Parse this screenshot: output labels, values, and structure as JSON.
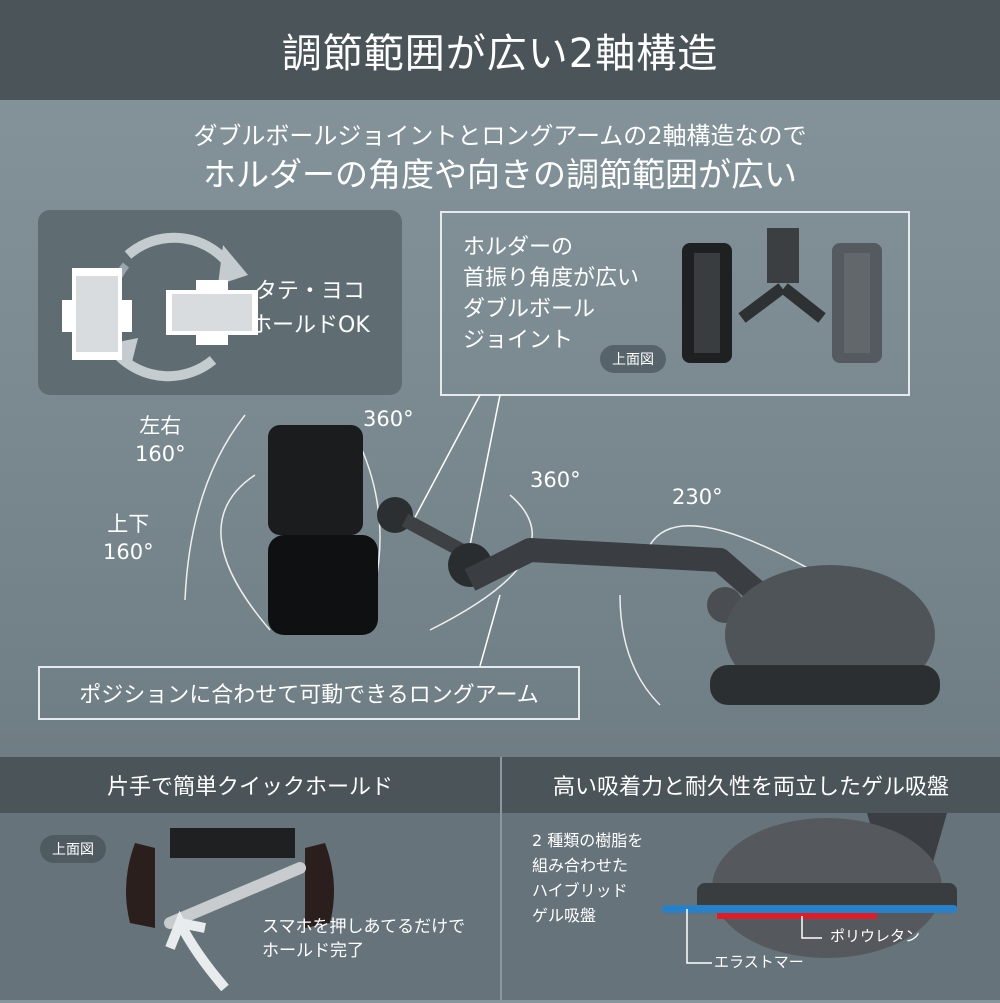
{
  "title": "調節範囲が広い2軸構造",
  "subtitle_line1": "ダブルボールジョイントとロングアームの2軸構造なので",
  "subtitle_line2": "ホルダーの角度や向きの調節範囲が広い",
  "rotation_box": {
    "line1": "タテ・ヨコ",
    "line2": "ホールドOK"
  },
  "joint_box": {
    "lines": [
      "ホルダーの",
      "首振り角度が広い",
      "ダブルボール",
      "ジョイント"
    ],
    "badge": "上面図"
  },
  "angles": {
    "left_right_label": "左右",
    "left_right_value": "160°",
    "up_down_label": "上下",
    "up_down_value": "160°",
    "holder_rotation": "360°",
    "joint_rotation": "360°",
    "arm_angle": "230°"
  },
  "arm_label": "ポジションに合わせて可動できるロングアーム",
  "bottom_left": {
    "heading": "片手で簡単クイックホールド",
    "badge": "上面図",
    "caption_line1": "スマホを押しあてるだけで",
    "caption_line2": "ホールド完了"
  },
  "bottom_right": {
    "heading": "高い吸着力と耐久性を両立したゲル吸盤",
    "lines": [
      "2 種類の樹脂を",
      "組み合わせた",
      "ハイブリッド",
      "ゲル吸盤"
    ],
    "label_polyurethane": "ポリウレタン",
    "label_elastomer": "エラストマー"
  },
  "colors": {
    "header_bg": "#4a5459",
    "panel_bg": "#5f6d73",
    "polyurethane": "#d8202c",
    "elastomer": "#2b7fc4"
  }
}
